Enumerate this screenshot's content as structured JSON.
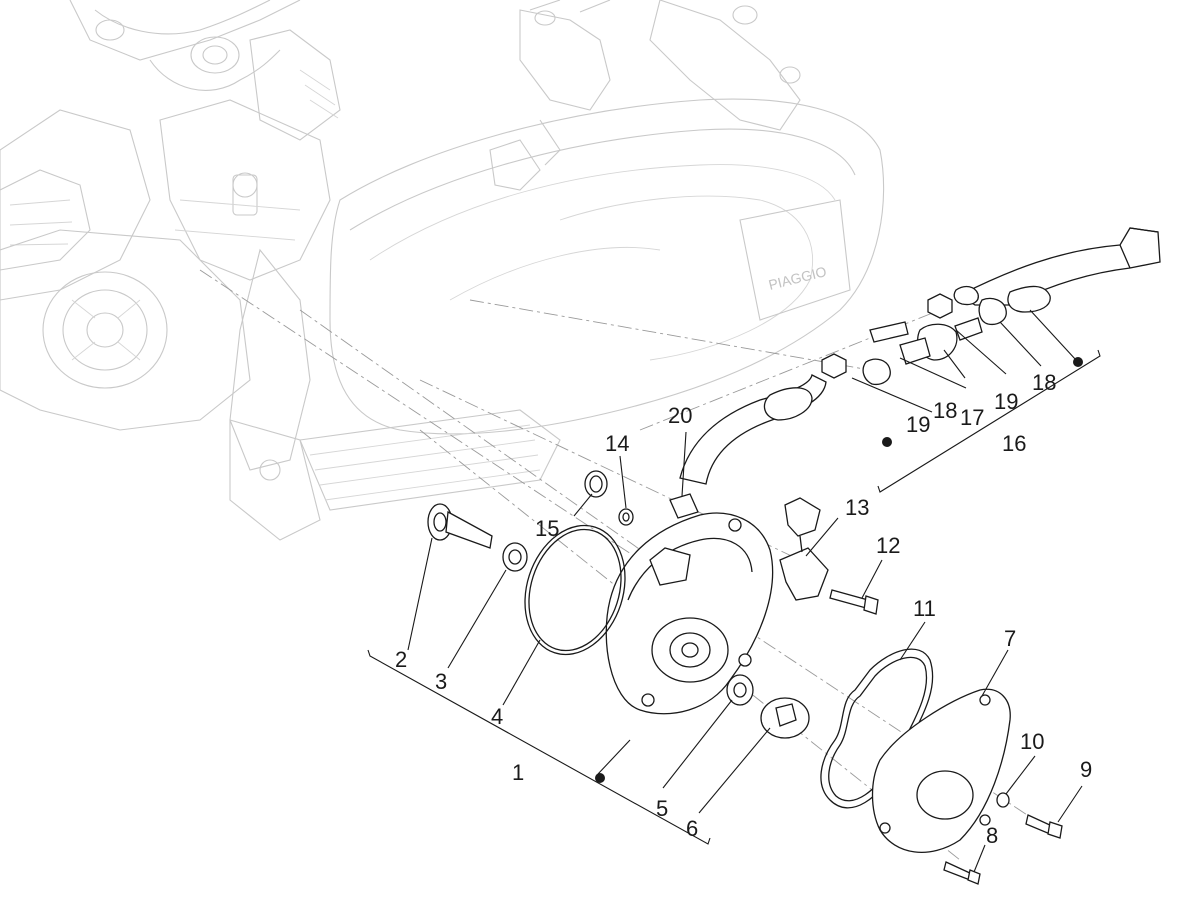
{
  "diagram": {
    "brand_logo_text": "PIAGGIO",
    "callouts": [
      {
        "id": "c1",
        "label": "1"
      },
      {
        "id": "c2",
        "label": "2"
      },
      {
        "id": "c3",
        "label": "3"
      },
      {
        "id": "c4",
        "label": "4"
      },
      {
        "id": "c5",
        "label": "5"
      },
      {
        "id": "c6",
        "label": "6"
      },
      {
        "id": "c7",
        "label": "7"
      },
      {
        "id": "c8",
        "label": "8"
      },
      {
        "id": "c9",
        "label": "9"
      },
      {
        "id": "c10",
        "label": "10"
      },
      {
        "id": "c11",
        "label": "11"
      },
      {
        "id": "c12",
        "label": "12"
      },
      {
        "id": "c13",
        "label": "13"
      },
      {
        "id": "c14",
        "label": "14"
      },
      {
        "id": "c15",
        "label": "15"
      },
      {
        "id": "c16",
        "label": "16"
      },
      {
        "id": "c17",
        "label": "17"
      },
      {
        "id": "c18a",
        "label": "18"
      },
      {
        "id": "c18b",
        "label": "18"
      },
      {
        "id": "c19a",
        "label": "19"
      },
      {
        "id": "c19b",
        "label": "19"
      },
      {
        "id": "c20",
        "label": "20"
      }
    ]
  }
}
